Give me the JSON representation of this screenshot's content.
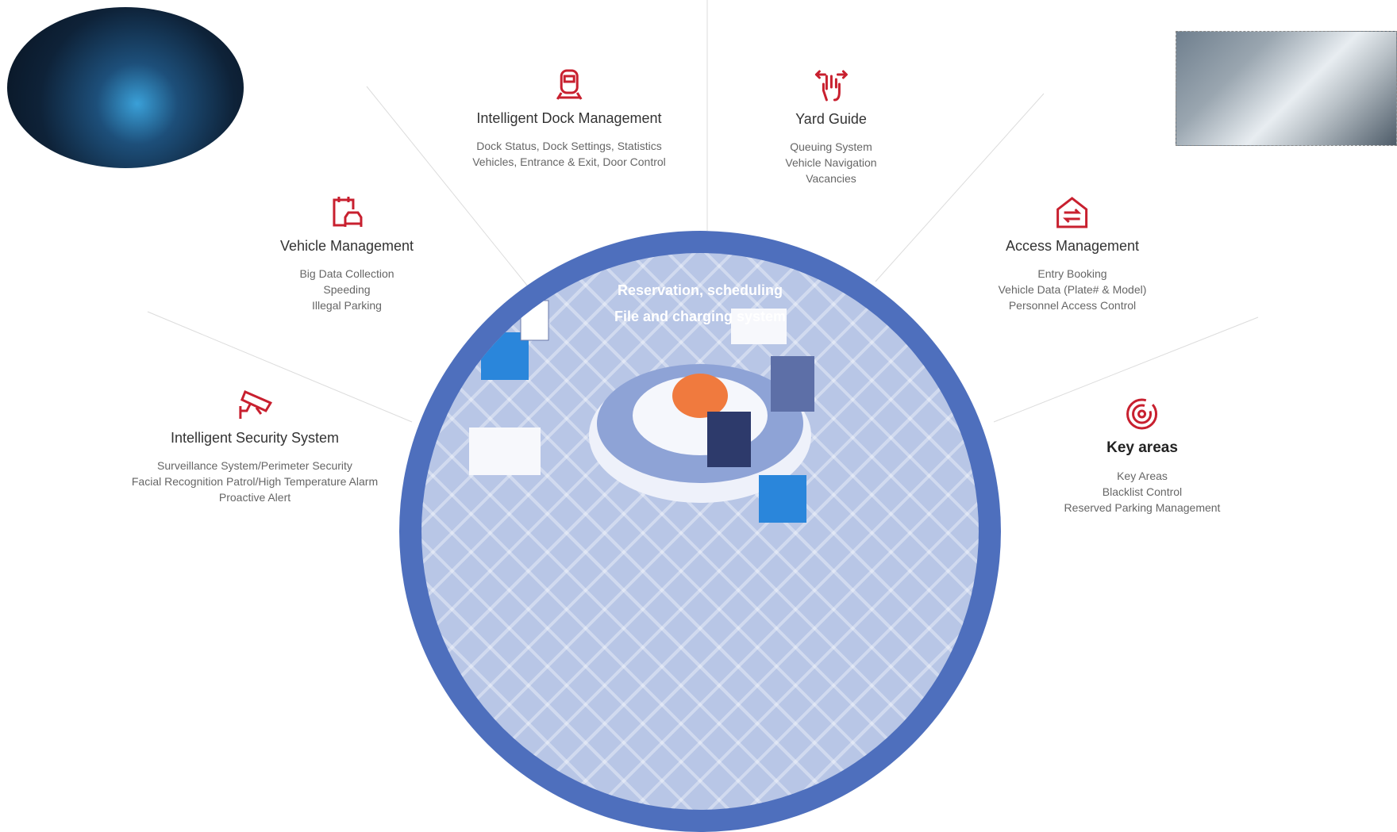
{
  "colors": {
    "accent": "#c8202f",
    "hub_ring": "#4e6fbd",
    "hub_fill": "#b8c6e6"
  },
  "hub": {
    "line1": "Reservation, scheduling",
    "line2": "File and charging system"
  },
  "modules": [
    {
      "icon": "train-dock-icon",
      "title": "Intelligent Dock Management",
      "items": [
        "Dock Status, Dock Settings, Statistics",
        "Vehicles, Entrance & Exit, Door Control"
      ]
    },
    {
      "icon": "swipe-hand-icon",
      "title": "Yard Guide",
      "items": [
        "Queuing System",
        "Vehicle Navigation",
        "Vacancies"
      ]
    },
    {
      "icon": "clipboard-car-icon",
      "title": "Vehicle Management",
      "items": [
        "Big Data Collection",
        "Speeding",
        "Illegal Parking"
      ]
    },
    {
      "icon": "house-exchange-icon",
      "title": "Access Management",
      "items": [
        "Entry Booking",
        "Vehicle Data (Plate# & Model)",
        "Personnel Access Control"
      ]
    },
    {
      "icon": "surveillance-camera-icon",
      "title": "Intelligent Security System",
      "items": [
        "Surveillance System/Perimeter Security",
        "Facial Recognition Patrol/High Temperature Alarm",
        "Proactive Alert"
      ]
    },
    {
      "icon": "target-spiral-icon",
      "title": "Key areas",
      "items": [
        "Key Areas",
        "Blacklist Control",
        "Reserved Parking Management"
      ]
    }
  ]
}
